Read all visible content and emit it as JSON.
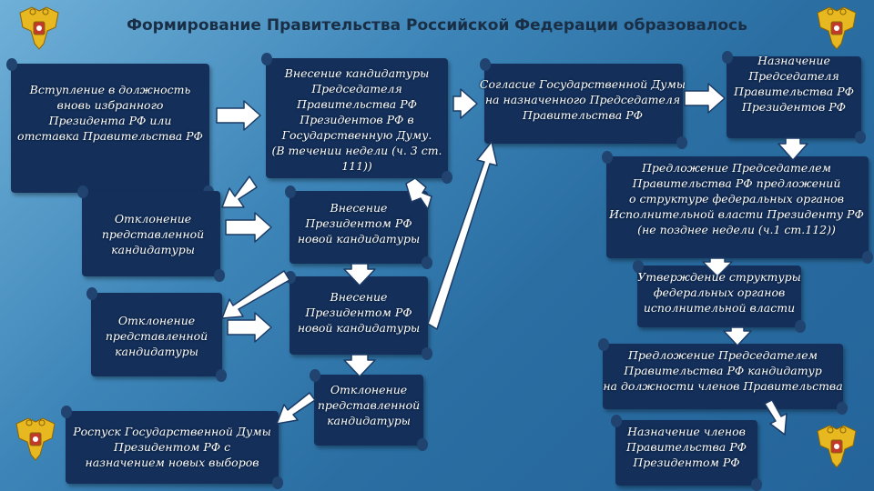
{
  "title": "Формирование Правительства Российской Федерации образовалось",
  "boxes": {
    "b1": "Вступление в должность\nвновь избранного\nПрезидента РФ или\nотставка Правительства РФ",
    "b2": "Внесение кандидатуры\nПредседателя\nПравительства РФ\nПрезидентов РФ в\nГосударственную Думу.\n(В течении недели (ч. 3 ст. 111))",
    "b3": "Согласие Государственной Думы\nна назначенного Председателя\nПравительства РФ",
    "b4": "Назначение\nПредседателя\nПравительства РФ\nПрезидентов РФ",
    "b5": "Отклонение\nпредставленной\nкандидатуры",
    "b6": "Внесение\nПрезидентом РФ\nновой кандидатуры",
    "b7": "Отклонение\nпредставленной\nкандидатуры",
    "b8": "Внесение\nПрезидентом РФ\nновой кандидатуры",
    "b9": "Отклонение\nпредставленной\nкандидатуры",
    "b10": "Роспуск Государственной Думы\nПрезидентом РФ с\nназначением новых выборов",
    "b11": "Предложение Председателем\nПравительства РФ предложений\nо структуре федеральных органов\nИсполнительной власти Президенту РФ\n(не позднее недели (ч.1 ст.112))",
    "b12": "Утверждение структуры\nфедеральных органов\nисполнительной власти",
    "b13": "Предложение Председателем\nПравительства РФ кандидатур\nна должности членов Правительства",
    "b14": "Назначение членов\nПравительства РФ\nПрезидентом РФ"
  },
  "icons": {
    "emblem": "russian-coat-of-arms",
    "arrow": "white-arrow"
  },
  "colors": {
    "box": "#14305a",
    "arrow_fill": "#ffffff",
    "arrow_stroke": "#1b3b66",
    "title": "#1a2e45",
    "emblem_gold": "#e8b820",
    "emblem_red": "#c0392b"
  }
}
